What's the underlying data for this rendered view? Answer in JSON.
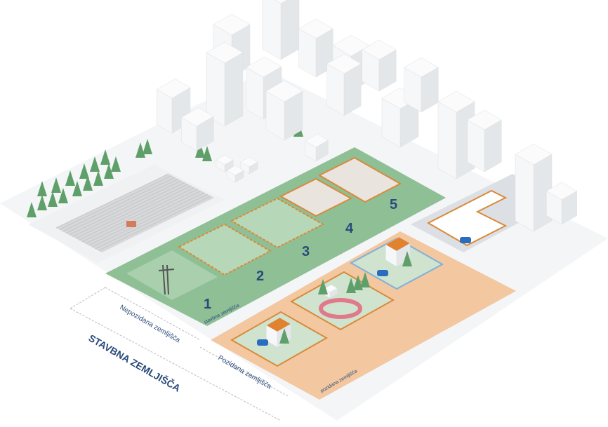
{
  "title": "STAVBNA ZEMLJIŠČA",
  "categories": {
    "unbuilt": "Nepozidana zemljišča",
    "built": "Pozidana zemljišča"
  },
  "green_zone_label": "stavbna zemljišča",
  "orange_zone_label": "pozidana zemljišča",
  "lots": [
    "1",
    "2",
    "3",
    "4",
    "5"
  ],
  "colors": {
    "green_zone": "#8fbf95",
    "lot": "#b7d8b8",
    "orange_zone": "#f3c7a0",
    "lot_border": "#d98a3a",
    "gray_zone": "#dcdfe3",
    "label": "#2a4a7a",
    "building": "#eef0f2"
  }
}
